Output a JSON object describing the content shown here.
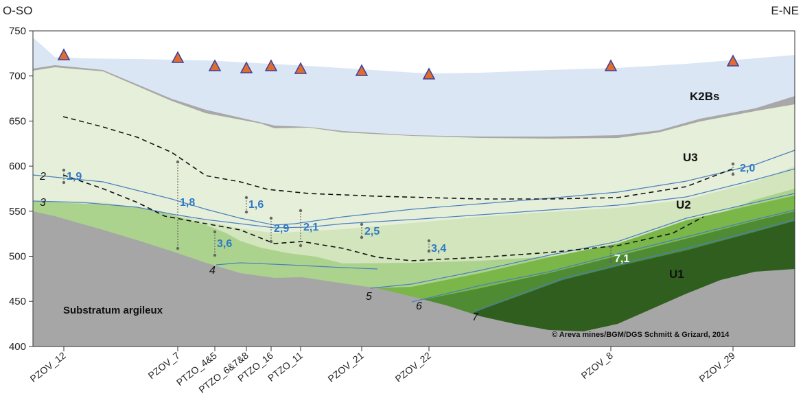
{
  "directions": {
    "left": "O-SO",
    "right": "E-NE"
  },
  "y_axis": {
    "ticks": [
      "750",
      "700",
      "650",
      "600",
      "550",
      "500",
      "450",
      "400"
    ]
  },
  "units": [
    {
      "id": "k2bs",
      "label": "K2Bs"
    },
    {
      "id": "u3",
      "label": "U3"
    },
    {
      "id": "u2",
      "label": "U2"
    },
    {
      "id": "u1",
      "label": "U1"
    }
  ],
  "substratum_label": "Substratum argileux",
  "copyright": "© Areva mines/BGM/DGS Schmitt & Grizard, 2014",
  "horizon_numbers": [
    "2",
    "3",
    "4",
    "5",
    "6",
    "7"
  ],
  "wells": [
    {
      "name": "PZOV_12",
      "value": "1,9"
    },
    {
      "name": "PZOV_7",
      "value": "1,8"
    },
    {
      "name": "PTZO_4&5",
      "value": "3,6"
    },
    {
      "name": "PTZO_6&7&8",
      "value": "1,6"
    },
    {
      "name": "PTZO_16",
      "value": "2,9"
    },
    {
      "name": "PTZO_11",
      "value": "2,1"
    },
    {
      "name": "PZOV_21",
      "value": "2,5"
    },
    {
      "name": "PZOV_22",
      "value": "3,4"
    },
    {
      "name": "PZOV_8",
      "value": "7,1"
    },
    {
      "name": "PZOV_29",
      "value": "2,0"
    }
  ],
  "colors": {
    "k2bs": "#dbe6f5",
    "u3": "#e6efd9",
    "u2_light": "#d2e5bd",
    "u2": "#acd38d",
    "u1_a": "#7ab648",
    "u1_b": "#4e8b33",
    "u1_c": "#2f5e1f",
    "substratum": "#a6a6a6",
    "contour": "#4a7fc0",
    "value_text": "#2f78c4",
    "marker": "#e06d2e"
  }
}
